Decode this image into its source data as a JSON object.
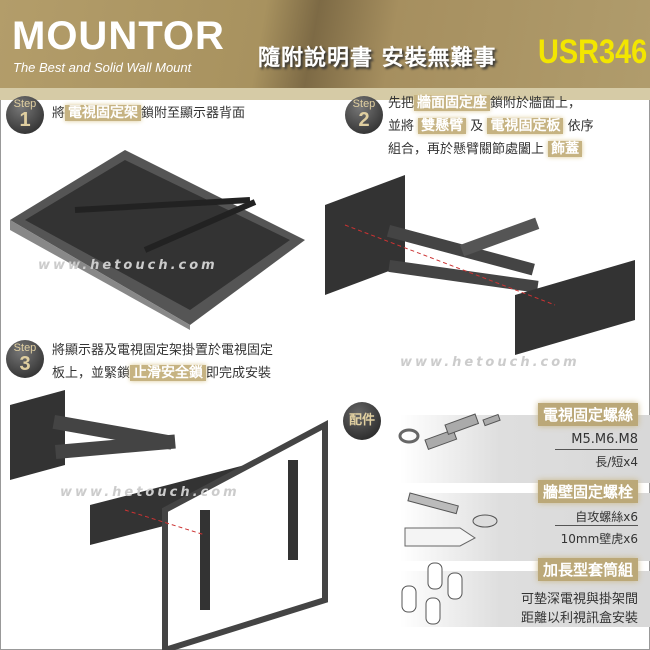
{
  "header": {
    "logo": "MOUNTOR",
    "tagline": "The Best and Solid Wall Mount",
    "title": "隨附說明書  安裝無難事",
    "model": "USR346"
  },
  "step1": {
    "label": "Step",
    "number": "1",
    "text_before": "將",
    "highlight": "電視固定架",
    "text_after": "鎖附至顯示器背面"
  },
  "step2": {
    "label": "Step",
    "number": "2",
    "t1": "先把",
    "h1": "牆面固定座",
    "t2": "鎖附於牆面上，",
    "t3": "並將",
    "h2": "雙懸臂",
    "t4": "及",
    "h3": "電視固定板",
    "t5": "依序",
    "t6": "組合，再於懸臂關節處闔上",
    "h4": "飾蓋"
  },
  "step3": {
    "label": "Step",
    "number": "3",
    "t1": "將顯示器及電視固定架掛置於電視固定",
    "t2": "板上，並緊鎖",
    "highlight": "止滑安全鎖",
    "t3": "即完成安裝"
  },
  "watermark": "www.hetouch.com",
  "accessories": {
    "badge": "配件",
    "items": [
      {
        "title": "電視固定螺絲",
        "lines": [
          "M5.M6.M8",
          "長/短x4"
        ]
      },
      {
        "title": "牆壁固定螺栓",
        "lines": [
          "自攻螺絲x6",
          "10mm壁虎x6"
        ]
      },
      {
        "title": "加長型套筒組",
        "lines": [
          "可墊深電視與掛架間",
          "距離以利視訊盒安裝"
        ]
      }
    ]
  }
}
